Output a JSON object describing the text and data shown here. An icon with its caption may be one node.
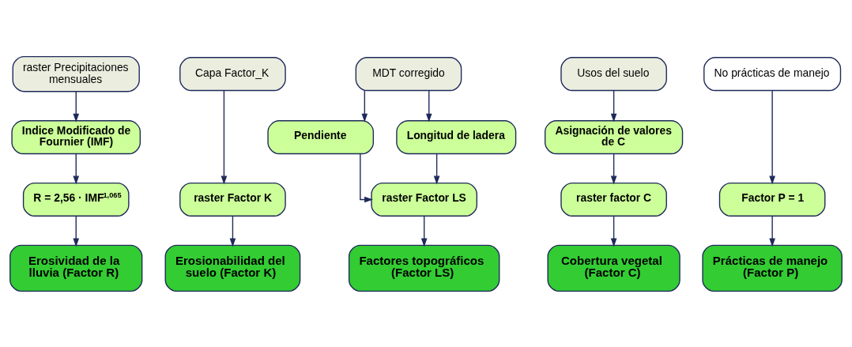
{
  "diagram": {
    "nodes": [
      {
        "text": [
          "raster Precipitaciones mensuales"
        ]
      },
      {
        "text": [
          "Indice Modificado de Fournier (IMF)"
        ]
      },
      {
        "text": [
          "R = 2,56 · IMF$^{1,065}$"
        ]
      },
      {
        "text": [
          "Erosividad de la lluvia (Factor R)"
        ]
      },
      {
        "text": [
          "Capa Factor_K"
        ]
      },
      {
        "text": [
          "raster Factor K"
        ]
      },
      {
        "text": [
          "Erosionabilidad del suelo (Factor K)"
        ]
      },
      {
        "text": [
          "MDT corregido"
        ]
      },
      {
        "text": [
          "Pendiente"
        ]
      },
      {
        "text": [
          "Longitud de ladera"
        ]
      },
      {
        "text": [
          "raster Factor LS"
        ]
      },
      {
        "text": [
          "Factores topográficos (Factor LS)"
        ]
      },
      {
        "text": [
          "Usos del suelo"
        ]
      },
      {
        "text": [
          "Asignación de valores de C"
        ]
      },
      {
        "text": [
          "raster factor C"
        ]
      },
      {
        "text": [
          "Cobertura vegetal (Factor C)"
        ]
      },
      {
        "text": [
          "No prácticas de manejo"
        ]
      },
      {
        "text": [
          "Factor P = 1"
        ]
      },
      {
        "text": [
          "Prácticas de manejo (Factor P)"
        ]
      }
    ],
    "edges": [
      {
        "from": 0,
        "to": 1,
        "arrow": "to"
      },
      {
        "from": 1,
        "to": 2,
        "arrow": "to"
      },
      {
        "from": 2,
        "to": 3,
        "arrow": "to"
      },
      {
        "from": 4,
        "to": 5,
        "arrow": "to"
      },
      {
        "from": 5,
        "to": 6,
        "arrow": "to"
      },
      {
        "from": 7,
        "to": 8,
        "arrow": "to"
      },
      {
        "from": 7,
        "to": 9,
        "arrow": "to"
      },
      {
        "from": 8,
        "to": 10,
        "arrow": "to"
      },
      {
        "from": 9,
        "to": 10,
        "arrow": "to"
      },
      {
        "from": 10,
        "to": 11,
        "arrow": "to"
      },
      {
        "from": 12,
        "to": 13,
        "arrow": "to"
      },
      {
        "from": 13,
        "to": 14,
        "arrow": "to"
      },
      {
        "from": 14,
        "to": 15,
        "arrow": "to"
      },
      {
        "from": 16,
        "to": 17,
        "arrow": "to"
      },
      {
        "from": 17,
        "to": 18,
        "arrow": "to"
      }
    ]
  }
}
